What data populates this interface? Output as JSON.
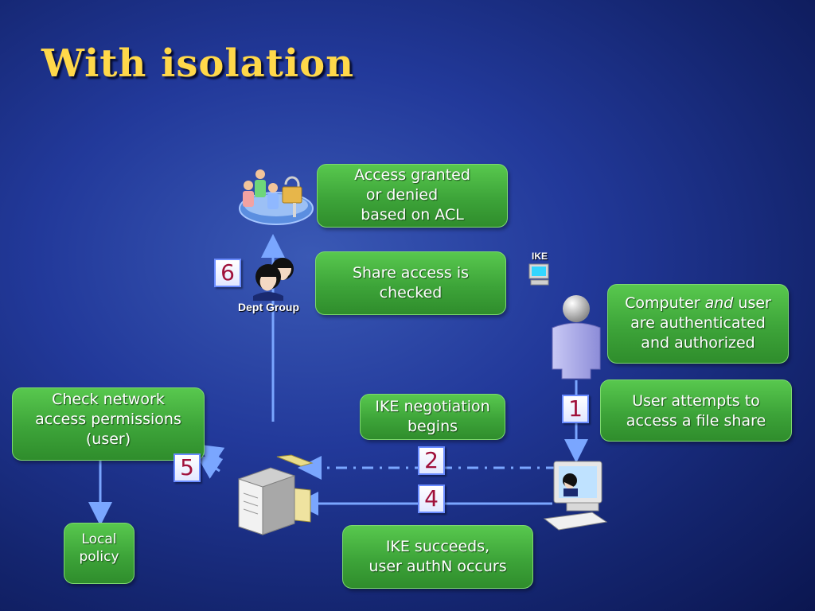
{
  "title": "With isolation",
  "labels": {
    "dept_group": "Dept Group",
    "ike": "IKE"
  },
  "bubbles": {
    "access_granted": [
      "Access granted",
      "or denied",
      "based on ACL"
    ],
    "share_access": [
      "Share access is",
      "checked"
    ],
    "computer_user_auth": {
      "line1_a": "Computer ",
      "line1_em": "and",
      "line1_b": " user",
      "line2": "are authenticated",
      "line3": "and authorized"
    },
    "user_attempts": [
      "User attempts to",
      "access a file share"
    ],
    "ike_negotiation": [
      "IKE negotiation",
      "begins"
    ],
    "check_network": [
      "Check network",
      "access permissions",
      "(user)"
    ],
    "ike_succeeds": [
      "IKE succeeds,",
      "user authN occurs"
    ],
    "local_policy": [
      "Local",
      "policy"
    ]
  },
  "steps": [
    "1",
    "2",
    "4",
    "5",
    "6"
  ],
  "colors": {
    "title": "#ffd84a",
    "bubble": "#3da439",
    "arrow": "#6d9cff",
    "step_number": "#a0103a"
  }
}
